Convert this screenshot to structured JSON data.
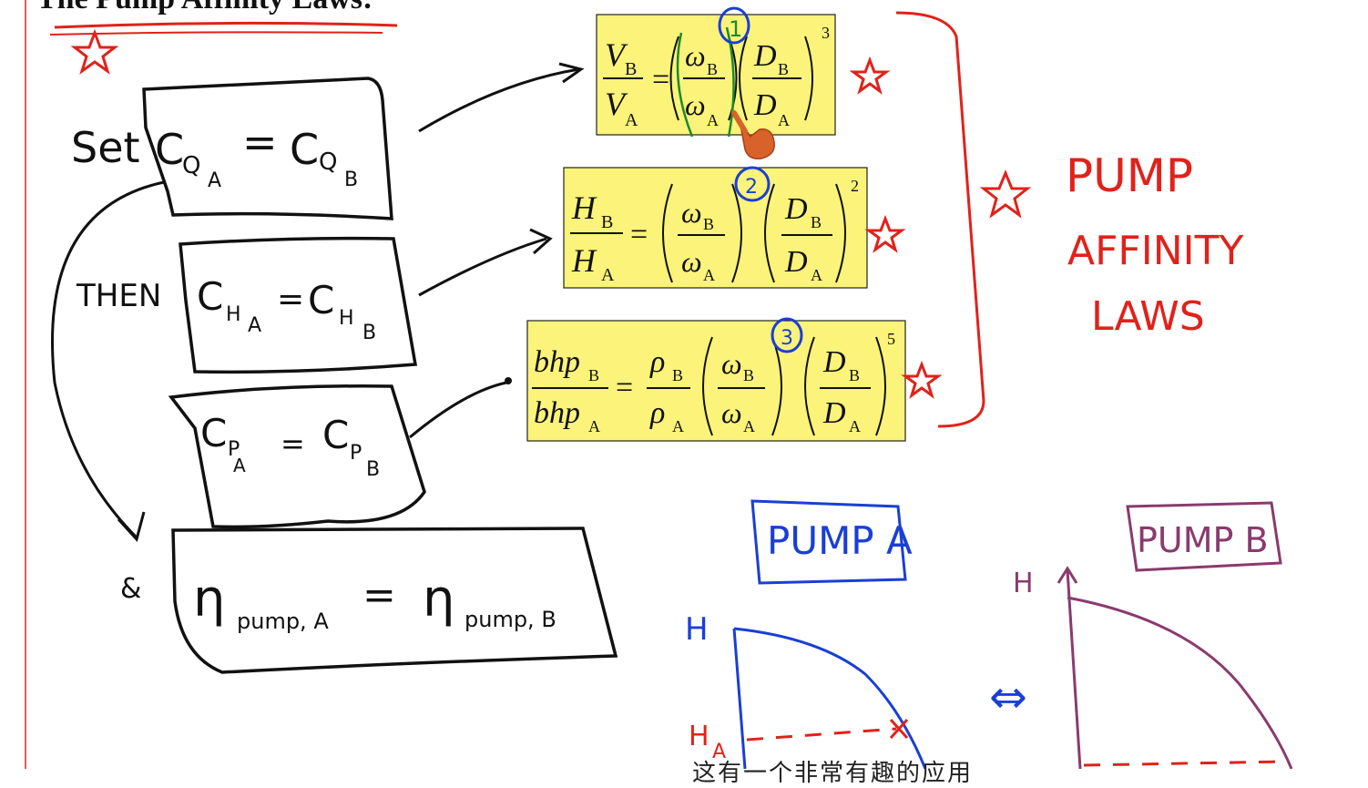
{
  "slide": {
    "title": "The Pump Affinity Laws:"
  },
  "conditions": {
    "set_label": "Set",
    "then_label": "THEN",
    "and_label": "&",
    "cq": {
      "lhs": "C",
      "lhs_sub1": "Q",
      "lhs_sub2": "A",
      "eq": "=",
      "rhs": "C",
      "rhs_sub1": "Q",
      "rhs_sub2": "B"
    },
    "ch": {
      "lhs": "C",
      "lhs_sub1": "H",
      "lhs_sub2": "A",
      "eq": "=",
      "rhs": "C",
      "rhs_sub1": "H",
      "rhs_sub2": "B"
    },
    "cp": {
      "lhs": "C",
      "lhs_sub1": "P",
      "lhs_sub2": "A",
      "eq": "=",
      "rhs": "C",
      "rhs_sub1": "P",
      "rhs_sub2": "B"
    },
    "eta": {
      "lhs": "η",
      "lhs_sub": "pump, A",
      "eq": "=",
      "rhs": "η",
      "rhs_sub": "pump, B"
    }
  },
  "laws": {
    "flow": {
      "num": "V",
      "num_sub": "B",
      "den": "V",
      "den_sub": "A",
      "w_num": "ω",
      "w_num_sub": "B",
      "w_den": "ω",
      "w_den_sub": "A",
      "d_num": "D",
      "d_num_sub": "B",
      "d_den": "D",
      "d_den_sub": "A",
      "exponent": "3",
      "circled_exponent": "1"
    },
    "head": {
      "num": "H",
      "num_sub": "B",
      "den": "H",
      "den_sub": "A",
      "w_num": "ω",
      "w_num_sub": "B",
      "w_den": "ω",
      "w_den_sub": "A",
      "d_num": "D",
      "d_num_sub": "B",
      "d_den": "D",
      "d_den_sub": "A",
      "exponent": "2",
      "circled_exponent": "2"
    },
    "power": {
      "num": "bhp",
      "num_sub": "B",
      "den": "bhp",
      "den_sub": "A",
      "rho_num": "ρ",
      "rho_num_sub": "B",
      "rho_den": "ρ",
      "rho_den_sub": "A",
      "w_num": "ω",
      "w_num_sub": "B",
      "w_den": "ω",
      "w_den_sub": "A",
      "d_num": "D",
      "d_num_sub": "B",
      "d_den": "D",
      "d_den_sub": "A",
      "exponent": "5",
      "circled_exponent": "3"
    },
    "eq_sign": "=",
    "bracket_label": [
      "PUMP",
      "AFFINITY",
      "LAWS"
    ]
  },
  "sketches": {
    "pump_a_label": "PUMP A",
    "pump_b_label": "PUMP B",
    "axis_h": "H",
    "axis_ha": "H",
    "axis_ha_sub": "A",
    "equivalence": "⇔"
  },
  "subtitle": "这有一个非常有趣的应用",
  "colors": {
    "ink": "#111111",
    "red": "#e0221b",
    "blue": "#1a3fd6",
    "green": "#1c8a2a",
    "purple": "#8a3a6e",
    "box_fill": "#fbf37a"
  },
  "icons": [
    "star-icon",
    "hand-pointer-icon"
  ]
}
